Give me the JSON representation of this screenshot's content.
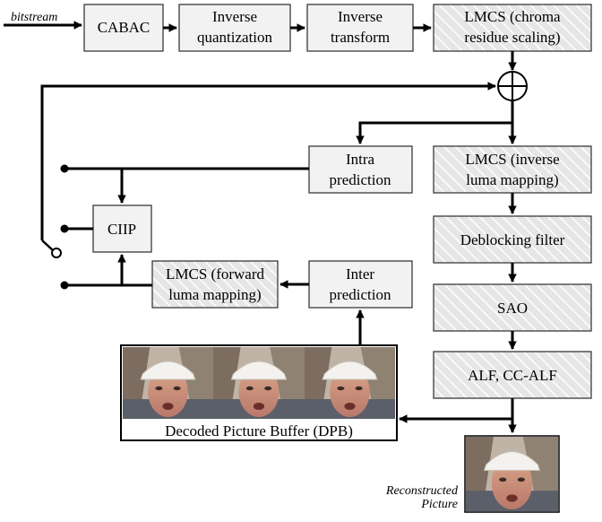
{
  "input_label": "bitstream",
  "blocks": {
    "cabac": [
      "CABAC"
    ],
    "inverse_quantization": [
      "Inverse",
      "quantization"
    ],
    "inverse_transform": [
      "Inverse",
      "transform"
    ],
    "lmcs_chroma": [
      "LMCS (chroma",
      "residue scaling)"
    ],
    "intra_prediction": [
      "Intra",
      "prediction"
    ],
    "lmcs_inverse": [
      "LMCS (inverse",
      "luma mapping)"
    ],
    "ciip": [
      "CIIP"
    ],
    "deblocking": [
      "Deblocking filter"
    ],
    "lmcs_forward": [
      "LMCS (forward",
      "luma mapping)"
    ],
    "inter_prediction": [
      "Inter",
      "prediction"
    ],
    "sao": [
      "SAO"
    ],
    "alf": [
      "ALF, CC-ALF"
    ]
  },
  "dpb_label": "Decoded Picture Buffer (DPB)",
  "output_label": [
    "Reconstructed",
    "Picture"
  ]
}
